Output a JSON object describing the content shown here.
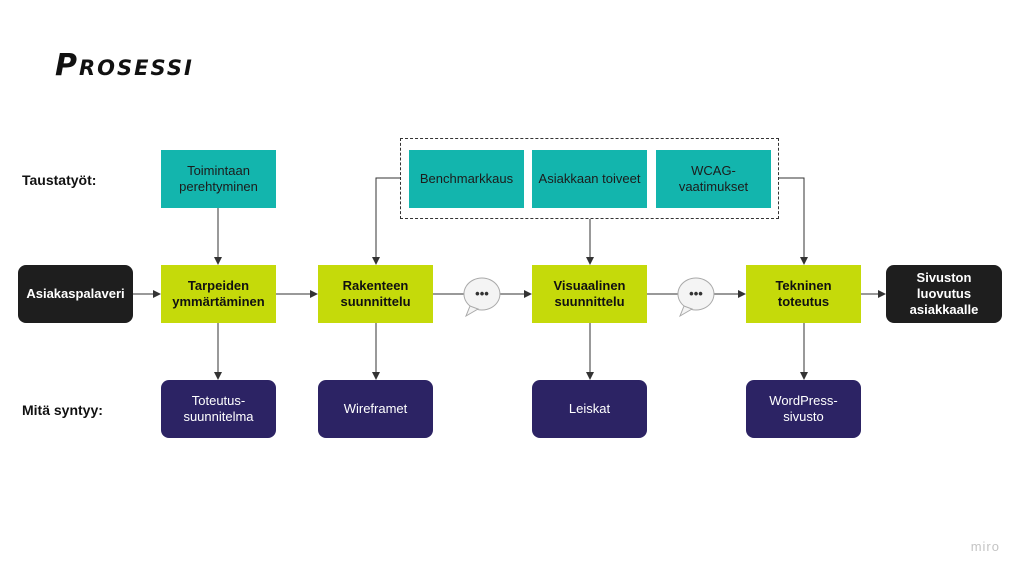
{
  "title": "Prosessi",
  "row_labels": {
    "background": "Taustatyöt:",
    "output": "Mitä syntyy:"
  },
  "background_tasks": {
    "t1": "Toimintaan perehtyminen",
    "t2": "Benchmarkkaus",
    "t3": "Asiakkaan toiveet",
    "t4": "WCAG-vaatimukset"
  },
  "main_flow": {
    "start": "Asiakaspalaveri",
    "s1": "Tarpeiden ymmärtäminen",
    "s2": "Rakenteen suunnittelu",
    "s3": "Visuaalinen suunnittelu",
    "s4": "Tekninen toteutus",
    "end": "Sivuston luovutus asiakkaalle"
  },
  "outputs": {
    "o1": "Toteutus-suunnitelma",
    "o2": "Wireframet",
    "o3": "Leiskat",
    "o4": "WordPress-sivusto"
  },
  "bubble_text": "•••",
  "watermark": "miro",
  "colors": {
    "teal": "#13b5ad",
    "lime": "#c5da0a",
    "black": "#1e1e1e",
    "purple": "#2c2364"
  }
}
